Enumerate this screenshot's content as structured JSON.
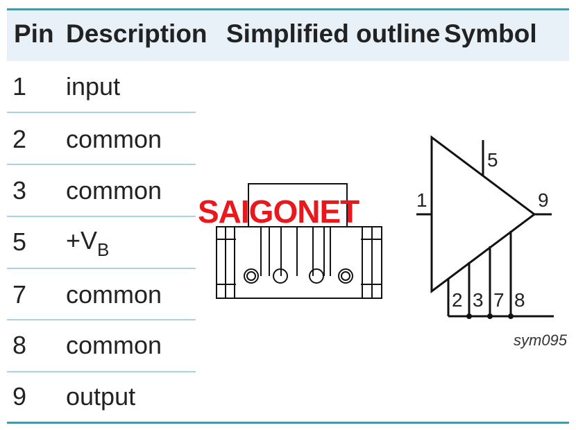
{
  "headers": {
    "pin": "Pin",
    "description": "Description",
    "outline": "Simplified outline",
    "symbol": "Symbol"
  },
  "rows": [
    {
      "pin": "1",
      "description": "input"
    },
    {
      "pin": "2",
      "description": "common"
    },
    {
      "pin": "3",
      "description": "common"
    },
    {
      "pin": "5",
      "description": "+V",
      "description_sub": "B"
    },
    {
      "pin": "7",
      "description": "common"
    },
    {
      "pin": "8",
      "description": "common"
    },
    {
      "pin": "9",
      "description": "output"
    }
  ],
  "symbol_labels": {
    "input_pin": "1",
    "output_pin": "9",
    "supply_pin": "5",
    "common_pins": [
      "2",
      "3",
      "7",
      "8"
    ]
  },
  "symbol_code": "sym095",
  "watermark": "SAIGONET",
  "colors": {
    "rule": "#4a96a6",
    "row_rule": "#a9d3dc",
    "header_band": "#e8f1f7",
    "watermark": "#e8181c"
  }
}
